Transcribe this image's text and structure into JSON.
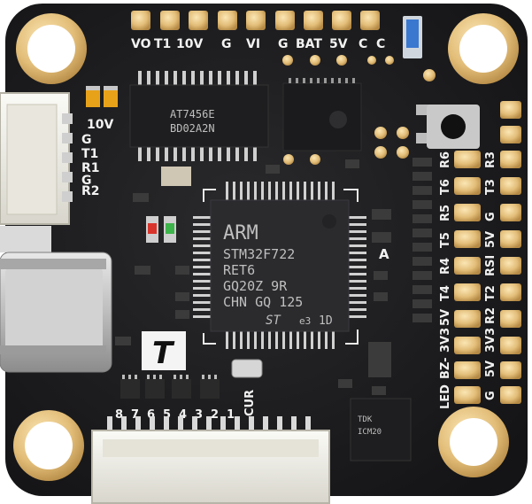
{
  "board": {
    "top_labels": [
      "VO",
      "T1",
      "10V",
      "G",
      "VI",
      "G",
      "BAT",
      "5V",
      "C",
      "C"
    ],
    "left_labels": [
      "10V",
      "G",
      "T1",
      "R1",
      "G",
      "R2"
    ],
    "right_col_a": [
      "R6",
      "T6",
      "R5",
      "T5",
      "R4",
      "T4"
    ],
    "right_col_b": [
      "R3",
      "T3",
      "G",
      "5V",
      "RSI",
      "T2",
      "R2"
    ],
    "right_lower": [
      "5V",
      "3V3",
      "BZ-",
      "LED",
      "G",
      "5V",
      "3V3"
    ],
    "bottom_labels": [
      "8",
      "7",
      "6",
      "5",
      "4",
      "3",
      "2",
      "1",
      "CUR"
    ],
    "mcu": {
      "brand": "ARM",
      "lines": [
        "STM32F722",
        "RET6",
        "GQ20Z 9R",
        "CHN GQ 125"
      ],
      "logo": "ST",
      "marks": [
        "e3",
        "1D"
      ]
    },
    "driver_chip": {
      "lines": [
        "AT7456E",
        "BD02A2N"
      ]
    },
    "pin_a_label": "A",
    "brand_logo": "T",
    "gyro_chip": {
      "lines": [
        "TDK",
        "ICM20"
      ]
    }
  }
}
